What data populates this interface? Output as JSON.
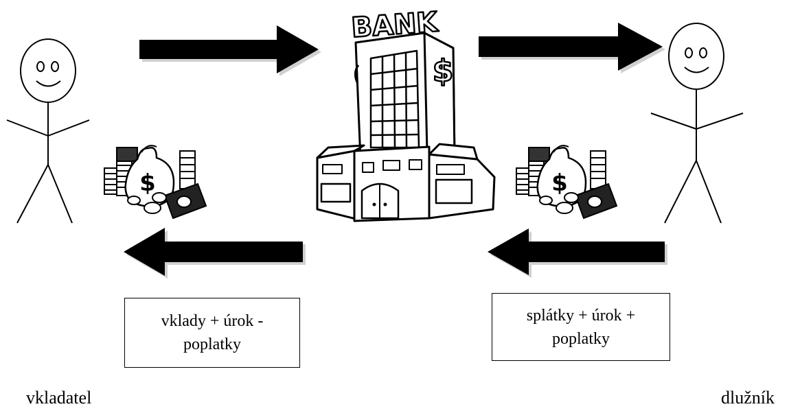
{
  "bank": {
    "sign": "BANK",
    "symbol": "$"
  },
  "money": {
    "symbol": "$"
  },
  "boxes": {
    "depositor_flow": {
      "line1": "vklady + úrok -",
      "line2": "poplatky"
    },
    "debtor_flow": {
      "line1": "splátky + úrok +",
      "line2": "poplatky"
    }
  },
  "people": {
    "depositor": "vkladatel",
    "debtor": "dlužník"
  },
  "colors": {
    "ink": "#000000",
    "paper": "#ffffff",
    "arrow_shadow": "#cfcfcf"
  }
}
